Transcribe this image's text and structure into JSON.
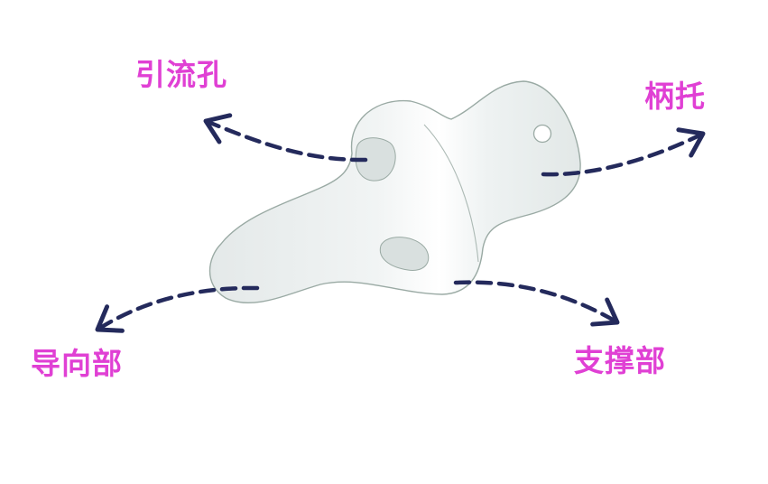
{
  "labels": {
    "drain_hole": "引流孔",
    "handle": "柄托",
    "guide": "导向部",
    "support": "支撑部"
  },
  "colors": {
    "label": "#e040d4",
    "arrow": "#242a5c",
    "outline": "#9aaaa4",
    "body_fill": "#e9eded",
    "body_shadow": "#d9e0df"
  }
}
